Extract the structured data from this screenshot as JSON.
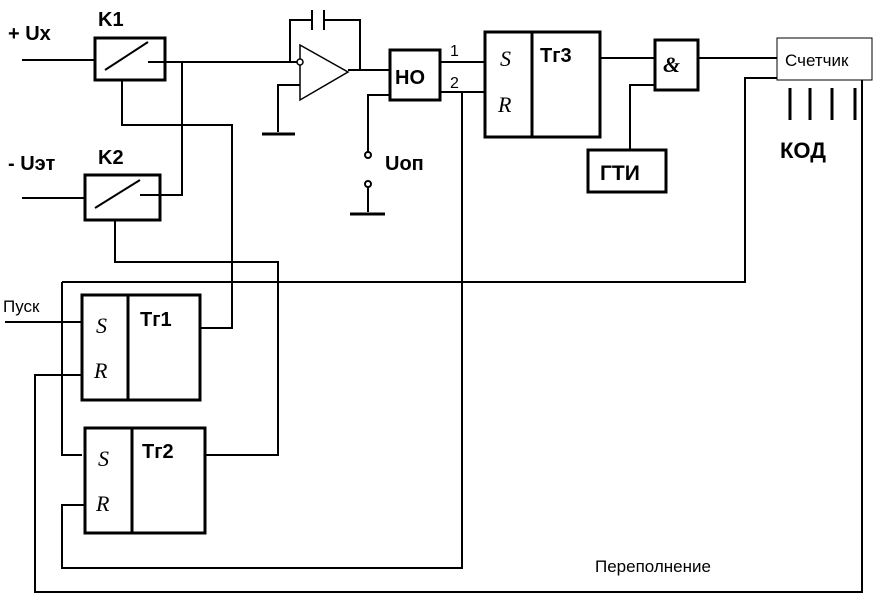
{
  "inputs": {
    "ux": "+ Ux",
    "uet": "- Uэт",
    "pusk": "Пуск",
    "uop": "Uоп"
  },
  "switches": {
    "k1": "K1",
    "k2": "K2"
  },
  "comparator": {
    "label": "НО",
    "out1": "1",
    "out2": "2"
  },
  "triggers": {
    "tg1": {
      "name": "Тг1",
      "s": "S",
      "r": "R"
    },
    "tg2": {
      "name": "Тг2",
      "s": "S",
      "r": "R"
    },
    "tg3": {
      "name": "Тг3",
      "s": "S",
      "r": "R"
    }
  },
  "and_gate": "&",
  "gti": "ГТИ",
  "counter": {
    "label": "Счетчик",
    "code": "КОД",
    "overflow": "Переполнение"
  }
}
